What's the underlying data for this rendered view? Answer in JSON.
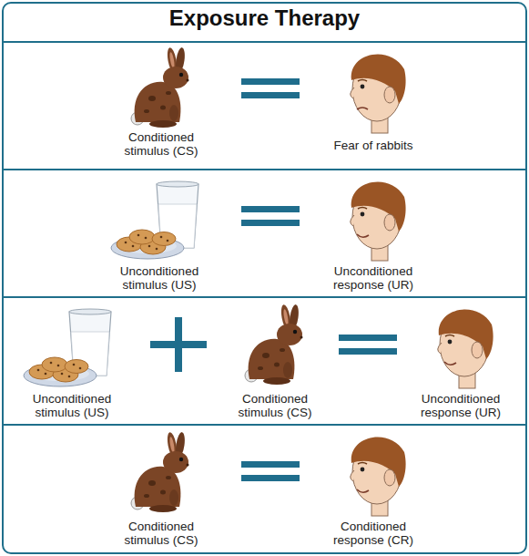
{
  "diagram": {
    "title": "Exposure Therapy",
    "nodes": [
      {
        "text": [
          "Conditioned stimulus (CS)",
          "Fear of rabbits"
        ]
      },
      {
        "text": [
          "Unconditioned stimulus (US)",
          "Unconditioned response (UR)"
        ]
      },
      {
        "text": [
          "Unconditioned stimulus (US)",
          "Conditioned stimulus (CS)",
          "Unconditioned response (UR)"
        ]
      },
      {
        "text": [
          "Conditioned stimulus (CS)",
          "Conditioned response (CR)"
        ]
      }
    ]
  }
}
